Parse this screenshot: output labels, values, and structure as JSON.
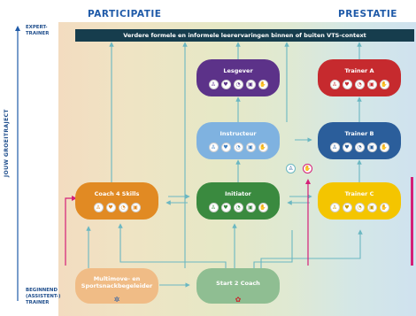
{
  "header": {
    "left": "PARTICIPATIE",
    "right": "PRESTATIE"
  },
  "axis": {
    "top_label": "EXPERT-\nTRAINER",
    "bottom_label": "BEGINNEND\n(ASSISTENT-)\nTRAINER",
    "vertical_label": "JOUW GROEITRAJECT"
  },
  "banner": "Verdere formele en informele leerervaringen binnen of buiten VTS-context",
  "nodes": {
    "lesgever": {
      "label": "Lesgever",
      "icons": [
        "figure-icon",
        "heart-icon",
        "whistle-icon",
        "bag-icon",
        "hand-icon"
      ]
    },
    "trainer_a": {
      "label": "Trainer A",
      "icons": [
        "figure-icon",
        "heart-icon",
        "whistle-icon",
        "bag-icon",
        "hand-icon"
      ]
    },
    "instructeur": {
      "label": "Instructeur",
      "icons": [
        "figure-icon",
        "heart-icon",
        "whistle-icon",
        "bag-icon",
        "hand-icon"
      ]
    },
    "trainer_b": {
      "label": "Trainer B",
      "icons": [
        "figure-icon",
        "heart-icon",
        "whistle-icon",
        "bag-icon",
        "hand-icon"
      ]
    },
    "coach4": {
      "label": "Coach 4 Skills",
      "icons": [
        "figure-icon",
        "heart-icon",
        "whistle-icon",
        "bag-icon"
      ]
    },
    "initiator": {
      "label": "Initiator",
      "icons": [
        "figure-icon",
        "heart-icon",
        "whistle-icon",
        "bag-icon",
        "hand-icon"
      ]
    },
    "trainer_c": {
      "label": "Trainer C",
      "icons": [
        "figure-icon",
        "heart-icon",
        "whistle-icon",
        "bag-icon",
        "hand-icon"
      ]
    },
    "multimove": {
      "label": "Multimove- en\nSportsnackbegeleider",
      "icons": [
        "kids-icon"
      ]
    },
    "start2": {
      "label": "Start 2 Coach",
      "icons": [
        "flower-icon"
      ]
    }
  },
  "colors": {
    "banner": "#163d4d",
    "arrow": "#6bb7c2",
    "pink": "#d41f77",
    "accent": "#1f5aa8",
    "lesgever": "#5c3289",
    "trainer_a": "#c62a2e",
    "instructeur": "#7fb2e0",
    "trainer_b": "#2b5e9b",
    "coach4": "#e18a23",
    "initiator": "#3a8a3f",
    "trainer_c": "#f4c500",
    "multimove": "#f0bc86",
    "start2": "#8fbe92"
  }
}
